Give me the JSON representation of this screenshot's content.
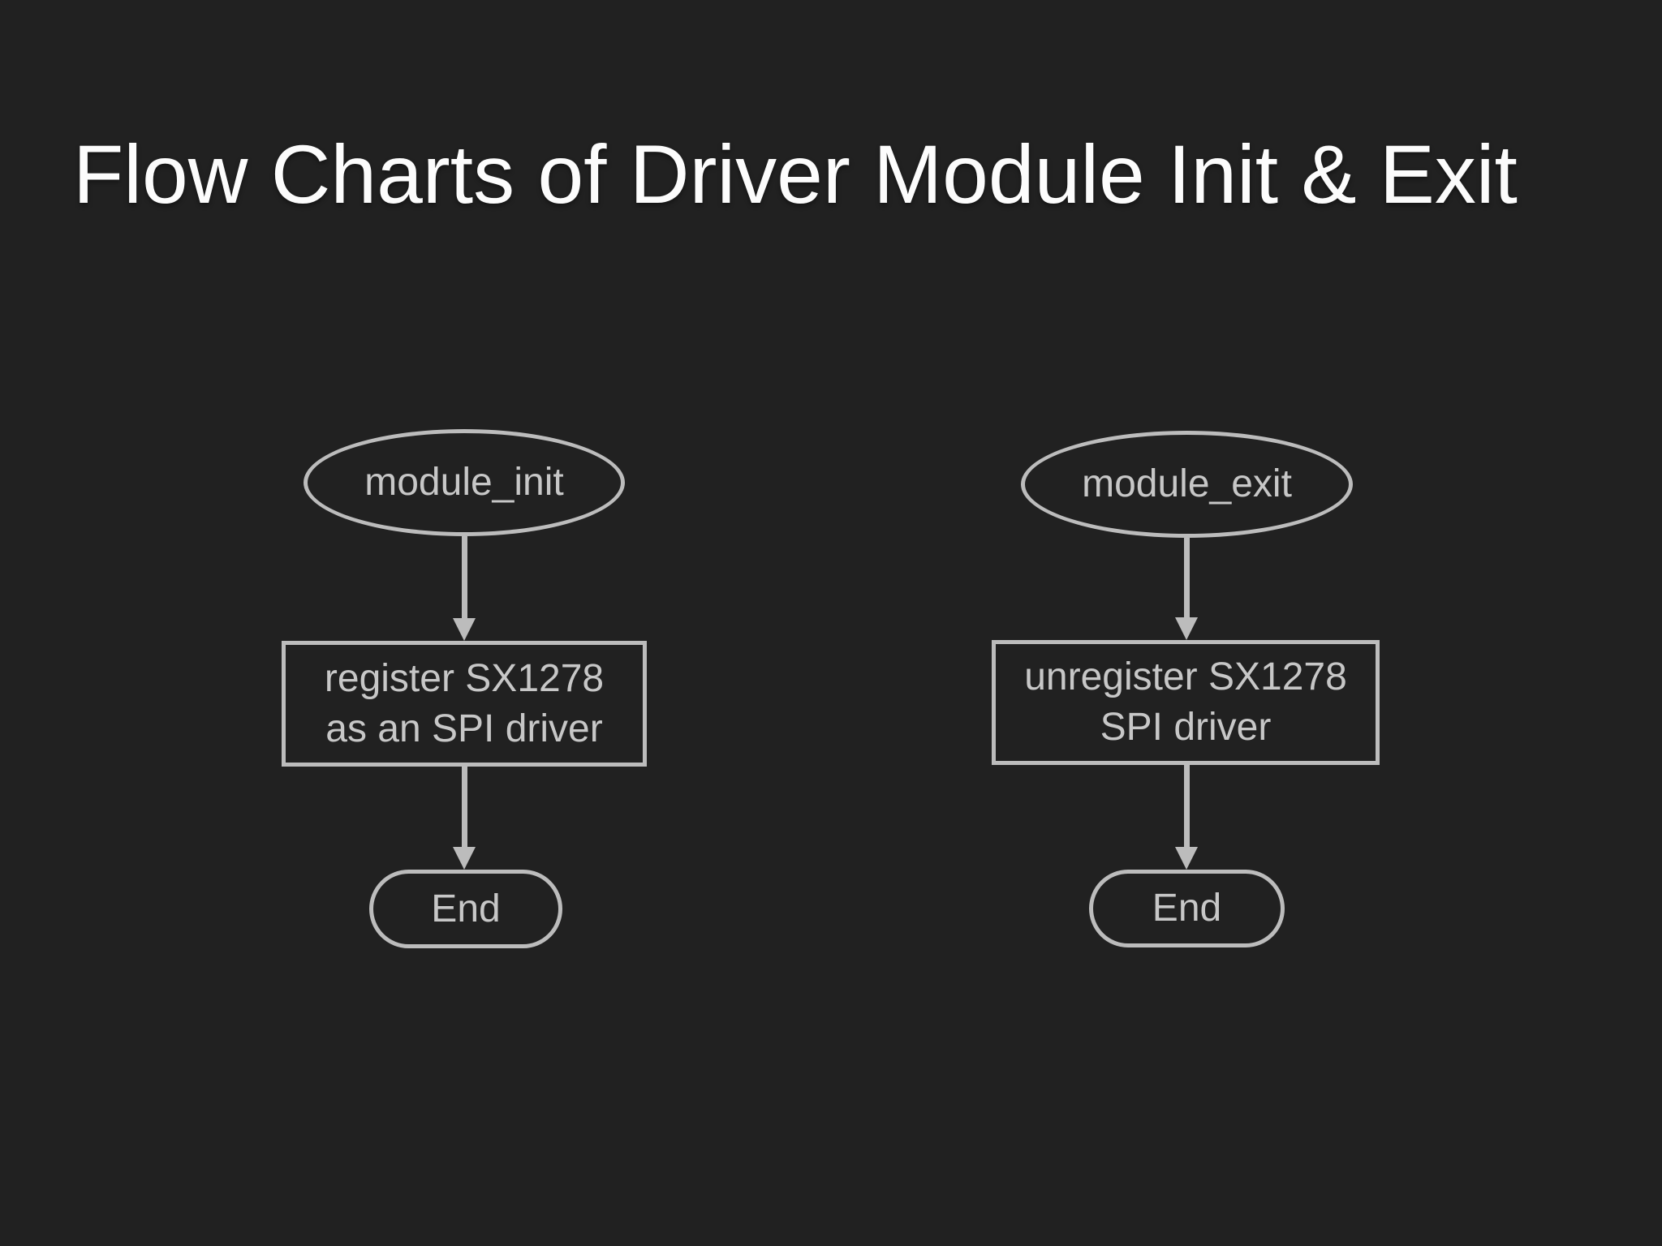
{
  "slide": {
    "title": "Flow Charts of Driver Module Init & Exit"
  },
  "flowcharts": [
    {
      "start_label": "module_init",
      "process_lines": [
        "register SX1278",
        "as an SPI driver"
      ],
      "end_label": "End"
    },
    {
      "start_label": "module_exit",
      "process_lines": [
        "unregister SX1278",
        "SPI driver"
      ],
      "end_label": "End"
    }
  ],
  "colors": {
    "background": "#212121",
    "shape_stroke": "#bcbcbc",
    "node_text": "#c7c7c7",
    "title_text": "#fcfcfc"
  }
}
